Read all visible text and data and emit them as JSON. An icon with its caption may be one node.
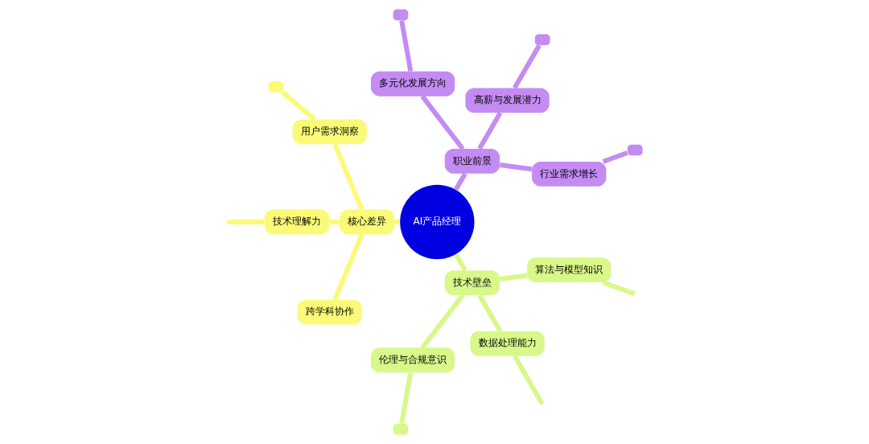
{
  "diagram": {
    "nodes": [
      {
        "text": [
          "AI产品经理"
        ]
      },
      {
        "text": [
          "职业前景"
        ]
      },
      {
        "text": [
          "行业需求增长"
        ]
      },
      {
        "text": [
          "高薪与发展潜力"
        ]
      },
      {
        "text": [
          "多元化发展方向"
        ]
      },
      {
        "text": [],
        "shape": "box"
      },
      {
        "text": [],
        "shape": "box"
      },
      {
        "text": [],
        "shape": "box"
      },
      {
        "text": [
          "核心差异"
        ]
      },
      {
        "text": [
          "用户需求洞察"
        ]
      },
      {
        "text": [],
        "shape": "box"
      },
      {
        "text": [
          "技术理解力"
        ]
      },
      {
        "text": [
          "跨学科协作"
        ]
      },
      {
        "text": [
          "技术壁垒"
        ]
      },
      {
        "text": [
          "伦理与合规意识"
        ]
      },
      {
        "text": [],
        "shape": "box"
      },
      {
        "text": [
          "数据处理能力"
        ]
      },
      {
        "text": [
          "算法与模型知识"
        ]
      }
    ],
    "edges": [
      {
        "from": 0,
        "to": 1,
        "arrow": "none",
        "color": "#c48cf2"
      },
      {
        "from": 1,
        "to": 2,
        "arrow": "none",
        "color": "#c48cf2"
      },
      {
        "from": 1,
        "to": 3,
        "arrow": "none",
        "color": "#c48cf2"
      },
      {
        "from": 1,
        "to": 4,
        "arrow": "none",
        "color": "#c48cf2"
      },
      {
        "from": 2,
        "to": 5,
        "arrow": "none",
        "color": "#c48cf2"
      },
      {
        "from": 3,
        "to": 6,
        "arrow": "none",
        "color": "#c48cf2"
      },
      {
        "from": 4,
        "to": 7,
        "arrow": "none",
        "color": "#c48cf2"
      },
      {
        "from": 0,
        "to": 8,
        "arrow": "none",
        "color": "#fafa78"
      },
      {
        "from": 8,
        "to": 9,
        "arrow": "none",
        "color": "#fafa78"
      },
      {
        "from": 9,
        "to": 10,
        "arrow": "none",
        "color": "#fafa78"
      },
      {
        "from": 8,
        "to": 11,
        "arrow": "none",
        "color": "#fafa78"
      },
      {
        "from": 11,
        "to": null,
        "arrow": "none",
        "color": "#fafa78"
      },
      {
        "from": 8,
        "to": 12,
        "arrow": "none",
        "color": "#fafa78"
      },
      {
        "from": 0,
        "to": 13,
        "arrow": "none",
        "color": "#d8f88a"
      },
      {
        "from": 13,
        "to": 14,
        "arrow": "none",
        "color": "#d8f88a"
      },
      {
        "from": 14,
        "to": 15,
        "arrow": "none",
        "color": "#d8f88a"
      },
      {
        "from": 13,
        "to": 16,
        "arrow": "none",
        "color": "#d8f88a"
      },
      {
        "from": 16,
        "to": null,
        "arrow": "none",
        "color": "#d8f88a"
      },
      {
        "from": 13,
        "to": 17,
        "arrow": "none",
        "color": "#d8f88a"
      },
      {
        "from": 17,
        "to": null,
        "arrow": "none",
        "color": "#d8f88a"
      }
    ]
  }
}
